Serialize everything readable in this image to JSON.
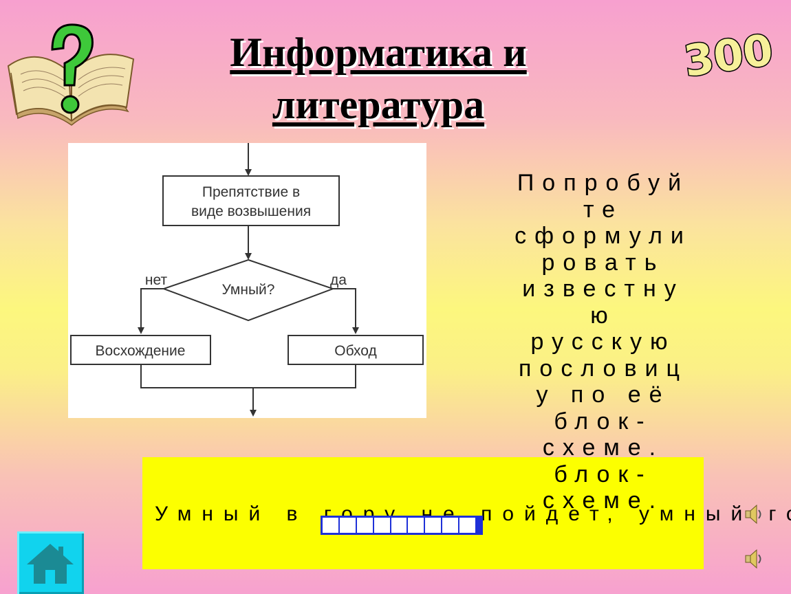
{
  "slide": {
    "title_line1": "Информатика и",
    "title_line2": "литература",
    "score": "300"
  },
  "flowchart": {
    "process_line1": "Препятствие в",
    "process_line2": "виде возвышения",
    "decision": "Умный?",
    "no_label": "нет",
    "yes_label": "да",
    "left_action": "Восхождение",
    "right_action": "Обход"
  },
  "prompt_lines": [
    "Попробуй",
    "те",
    "сформули",
    "ровать",
    "известну",
    "ю",
    "русскую",
    "пословиц",
    "у по её",
    "блок-",
    "схеме."
  ],
  "answer": {
    "text": "Умный в гору не пойдет, умный гору обойдет.",
    "progress_segments": 10
  },
  "icons": {
    "book": "book-question-icon",
    "speaker": "speaker-icon",
    "home": "home-icon"
  },
  "colors": {
    "answer_box": "#fcff00",
    "home_button": "#11d3ee",
    "score_fill": "#f6f09a",
    "progress": "#1e30d8"
  }
}
